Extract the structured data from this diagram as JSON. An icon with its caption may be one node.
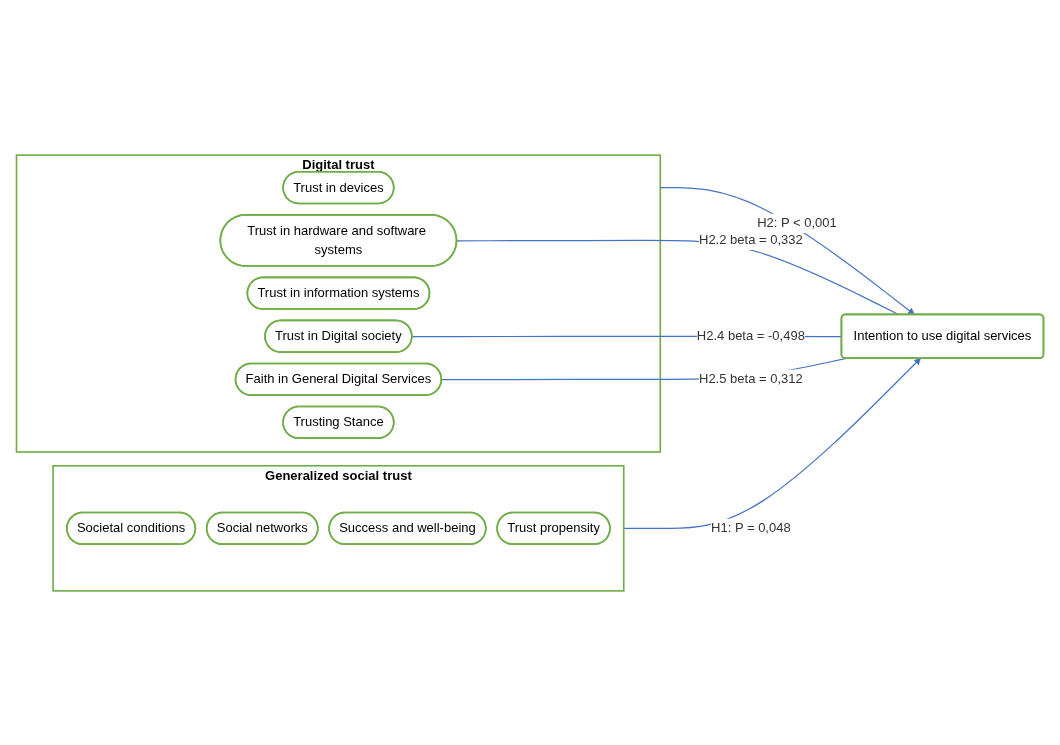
{
  "diagram": {
    "nodes": [
      {
        "text": [
          "Generalized social trust"
        ]
      },
      {
        "text": [
          "Societal conditions"
        ],
        "in": 0
      },
      {
        "text": [
          "Social networks"
        ],
        "in": 0
      },
      {
        "text": [
          "Success and well-being"
        ],
        "in": 0
      },
      {
        "text": [
          "Trust propensity"
        ],
        "in": 0
      },
      {
        "text": [
          "Digital trust"
        ]
      },
      {
        "text": [
          "Trust in devices"
        ],
        "in": 5
      },
      {
        "text": [
          "Trust in hardware and software systems"
        ],
        "in": 5
      },
      {
        "text": [
          "Trust in information systems"
        ],
        "in": 5
      },
      {
        "text": [
          "Trust in Digital society"
        ],
        "in": 5
      },
      {
        "text": [
          "Faith in General Digital Services"
        ],
        "in": 5
      },
      {
        "text": [
          "Trusting Stance"
        ],
        "in": 5
      },
      {
        "text": [
          "Intention to use digital services"
        ]
      }
    ],
    "edges": [
      {
        "from": 0,
        "to": 12,
        "arrow": "to",
        "label": "H1: P = 0,048"
      },
      {
        "from": 7,
        "to": 12,
        "arrow": "none",
        "label": "H2.2 beta = 0,332"
      },
      {
        "from": 9,
        "to": 12,
        "arrow": "none",
        "label": "H2.4 beta = -0,498"
      },
      {
        "from": 10,
        "to": 12,
        "arrow": "none",
        "label": "H2.5 beta = 0,312"
      },
      {
        "from": 5,
        "to": 12,
        "arrow": "to",
        "label": "H2: P < 0,001"
      }
    ]
  }
}
